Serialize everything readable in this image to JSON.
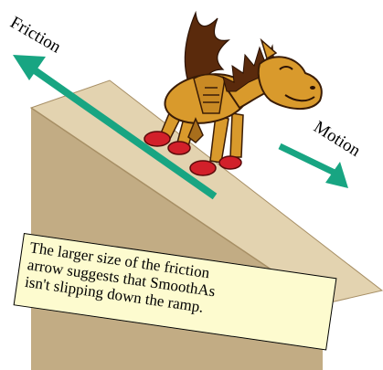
{
  "labels": {
    "friction": "Friction",
    "motion": "Motion"
  },
  "caption": {
    "lines": [
      "The larger size of the friction",
      "arrow suggests that SmoothAs",
      "isn't slipping down the ramp."
    ]
  },
  "colors": {
    "arrow": "#18a582",
    "ramp_top": "#e3d3b0",
    "ramp_front": "#c2ac84",
    "ramp_edge": "#a78f65",
    "caption_bg": "#fdfbcf",
    "horse_body": "#d99a2c",
    "horse_mane": "#5a2a0c",
    "horse_hooves": "#d2202a"
  },
  "illustration": {
    "character": "cartoon horse SmoothAs on an inclined ramp"
  }
}
